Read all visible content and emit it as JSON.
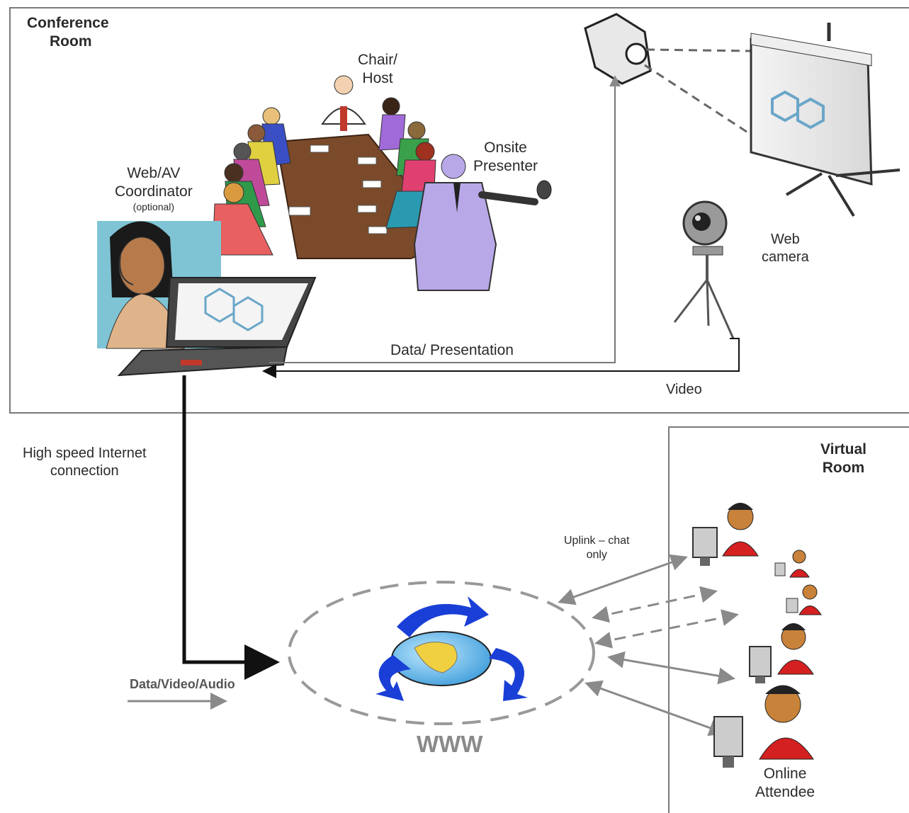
{
  "conference_room": {
    "title_line1": "Conference",
    "title_line2": "Room"
  },
  "virtual_room": {
    "title_line1": "Virtual",
    "title_line2": "Room"
  },
  "labels": {
    "chair_line1": "Chair/",
    "chair_line2": "Host",
    "presenter_line1": "Onsite",
    "presenter_line2": "Presenter",
    "coordinator_line1": "Web/AV",
    "coordinator_line2": "Coordinator",
    "coordinator_note": "(optional)",
    "webcam_line1": "Web",
    "webcam_line2": "camera",
    "data_presentation": "Data/ Presentation",
    "video": "Video",
    "internet_line1": "High speed Internet",
    "internet_line2": "connection",
    "data_video_audio": "Data/Video/Audio",
    "uplink_line1": "Uplink – chat",
    "uplink_line2": "only",
    "www": "WWW",
    "attendee_line1": "Online",
    "attendee_line2": "Attendee"
  },
  "colors": {
    "box_border": "#7a7a7a",
    "arrow_black": "#111111",
    "arrow_gray": "#8a8a8a",
    "globe_arrow_blue": "#1a3fd6",
    "attendee_red": "#d42020"
  }
}
